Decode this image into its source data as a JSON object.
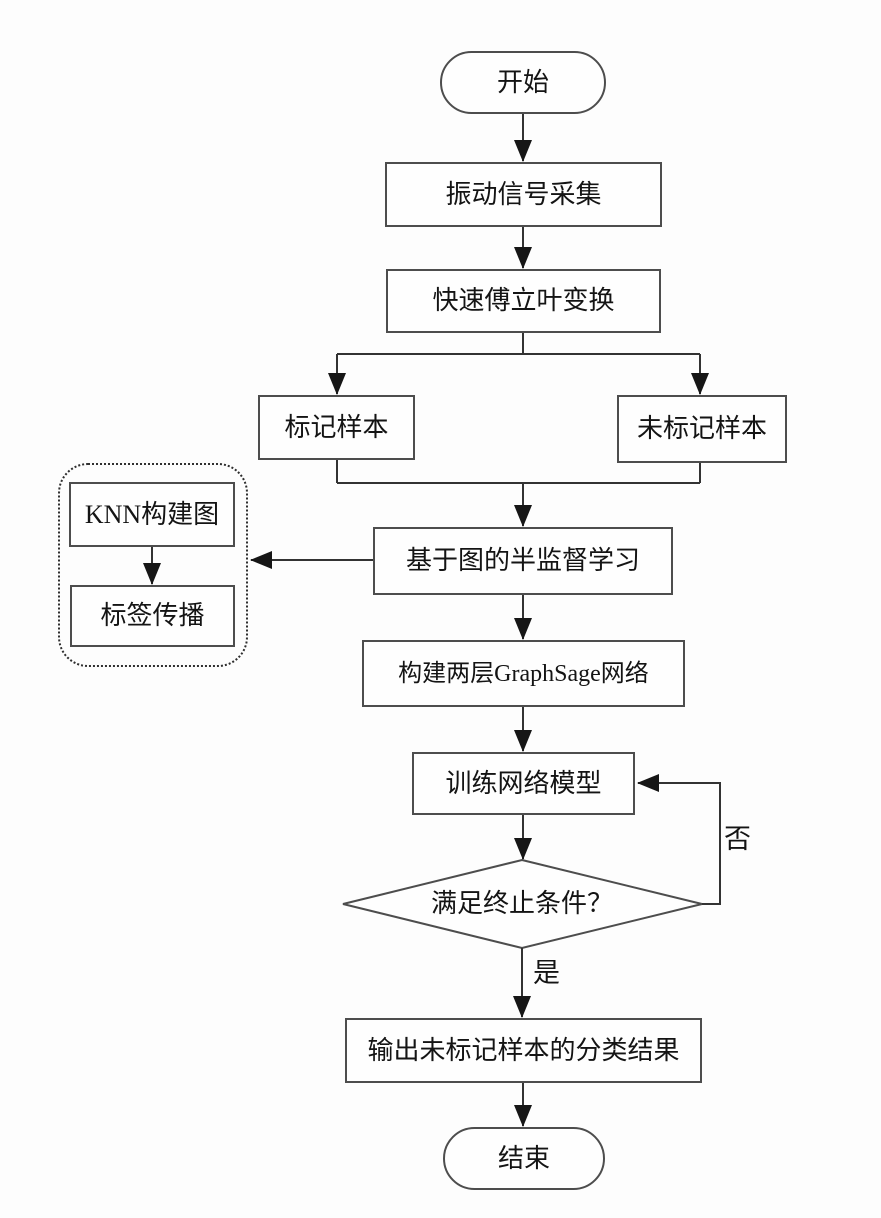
{
  "diagram": {
    "type": "flowchart",
    "nodes": {
      "start": {
        "label": "开始",
        "shape": "terminator"
      },
      "signal": {
        "label": "振动信号采集",
        "shape": "process"
      },
      "fft": {
        "label": "快速傅立叶变换",
        "shape": "process"
      },
      "labeled": {
        "label": "标记样本",
        "shape": "process"
      },
      "unlabeled": {
        "label": "未标记样本",
        "shape": "process"
      },
      "semi": {
        "label": "基于图的半监督学习",
        "shape": "process"
      },
      "knn": {
        "label": "KNN构建图",
        "shape": "process"
      },
      "propagation": {
        "label": "标签传播",
        "shape": "process"
      },
      "graphsage": {
        "label": "构建两层GraphSage网络",
        "shape": "process"
      },
      "train": {
        "label": "训练网络模型",
        "shape": "process"
      },
      "condition": {
        "label": "满足终止条件？",
        "shape": "decision"
      },
      "output": {
        "label": "输出未标记样本的分类结果",
        "shape": "process"
      },
      "end": {
        "label": "结束",
        "shape": "terminator"
      }
    },
    "edge_labels": {
      "no": "否",
      "yes": "是"
    },
    "colors": {
      "line": "#333333",
      "border": "#4d4d4d",
      "arrow_fill": "#161616",
      "background": "#fdfdfd",
      "text": "#141414"
    }
  }
}
